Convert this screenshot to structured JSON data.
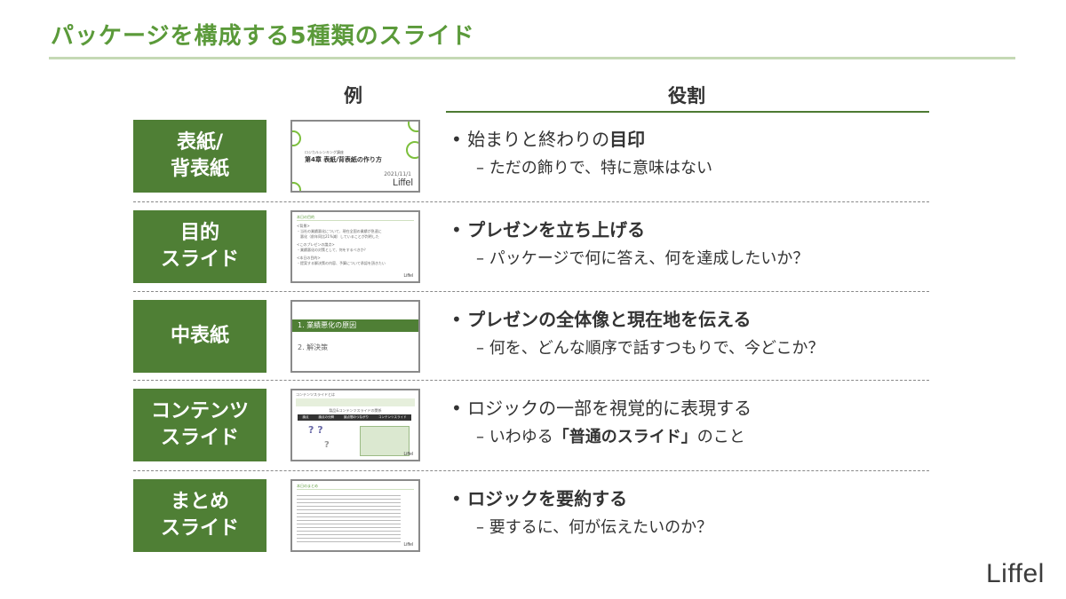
{
  "title": "パッケージを構成する5種類のスライド",
  "headers": {
    "example": "例",
    "role": "役割"
  },
  "rows": [
    {
      "label": "表紙/\n背表紙",
      "main_pre": "始まりと終わりの",
      "main_bold": "目印",
      "main_post": "",
      "sub": "– ただの飾りで、特に意味はない",
      "thumb": {
        "subtitle": "ロジカルシンキング講座",
        "heading": "第4章 表紙/背表紙の作り方",
        "date": "2021/11/1",
        "logo": "Liffel"
      }
    },
    {
      "label": "目的\nスライド",
      "main_pre": "",
      "main_bold": "プレゼンを立ち上げる",
      "main_post": "",
      "sub": "– パッケージで何に答え、何を達成したいか？",
      "thumb": {
        "heading": "本日の目的",
        "lines": [
          "<背景>",
          "・当社の業績悪化について、現在全国の業績が急速に",
          "　悪化（前年同比21%減）していることが判明した",
          "<このプレゼンの論点>",
          "・業績悪化の対策として、何をするべきか？",
          "<本日の目的>",
          "・提案する解決策の内容、予算について承認を頂きたい"
        ],
        "logo": "Liffel"
      }
    },
    {
      "label": "中表紙",
      "main_pre": "",
      "main_bold": "プレゼンの全体像と現在地を伝える",
      "main_post": "",
      "sub": "– 何を、どんな順序で話すつもりで、今どこか？",
      "thumb": {
        "item1": "1. 業績悪化の原因",
        "item2": "2. 解決策"
      }
    },
    {
      "label": "コンテンツ\nスライド",
      "main_pre": "ロジックの一部を視覚的に表現する",
      "main_bold": "",
      "main_post": "",
      "sub_pre": "– いわゆる",
      "sub_bold": "「普通のスライド」",
      "sub_post": "のこと",
      "thumb": {
        "heading": "コンテンツスライドとは",
        "chart_title": "製品&コンテンツスライドの関係",
        "steps": [
          "論点",
          "論点の分解",
          "論点間のつながり",
          "コンテンツスライド"
        ],
        "logo": "Liffel"
      }
    },
    {
      "label": "まとめ\nスライド",
      "main_pre": "",
      "main_bold": "ロジックを要約する",
      "main_post": "",
      "sub": "– 要するに、何が伝えたいのか？",
      "thumb": {
        "heading": "本日のまとめ",
        "logo": "Liffel"
      }
    }
  ],
  "bullet": "•",
  "logo": "Liffel",
  "colors": {
    "title": "#5b9a3a",
    "label_bg": "#4f7f35",
    "rule": "#c5d9b5"
  }
}
